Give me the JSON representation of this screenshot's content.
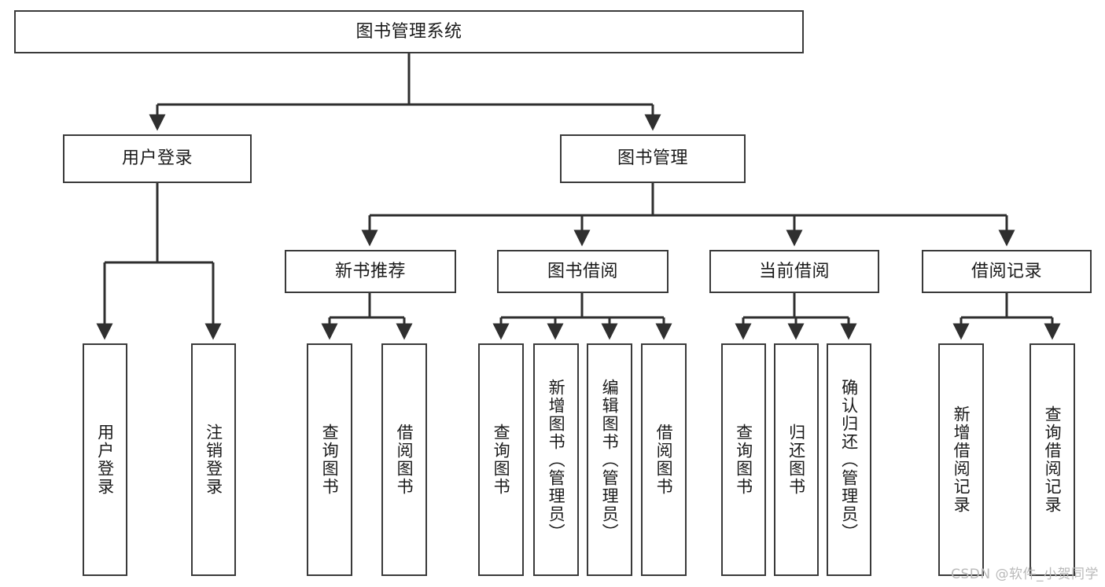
{
  "diagram": {
    "type": "tree-hierarchy",
    "title": "图书管理系统",
    "watermark": "CSDN @软件_小贺同学",
    "colors": {
      "box_border": "#3a3a3a",
      "box_fill": "#ffffff",
      "connector": "#2f2f2f",
      "text": "#1a1a1a",
      "watermark": "#b9b9b9"
    },
    "nodes": {
      "root": {
        "label": "图书管理系统",
        "level": 0,
        "orientation": "horizontal"
      },
      "user_login": {
        "label": "用户登录",
        "level": 1,
        "orientation": "horizontal"
      },
      "book_manage": {
        "label": "图书管理",
        "level": 1,
        "orientation": "horizontal"
      },
      "new_book_rec": {
        "label": "新书推荐",
        "level": 2,
        "orientation": "horizontal"
      },
      "book_borrow": {
        "label": "图书借阅",
        "level": 2,
        "orientation": "horizontal"
      },
      "current_borrow": {
        "label": "当前借阅",
        "level": 2,
        "orientation": "horizontal"
      },
      "borrow_record": {
        "label": "借阅记录",
        "level": 2,
        "orientation": "horizontal"
      },
      "leaf_user_login": {
        "label": "用户登录",
        "level": 3,
        "orientation": "vertical"
      },
      "leaf_logout": {
        "label": "注销登录",
        "level": 3,
        "orientation": "vertical"
      },
      "leaf_query_book_1": {
        "label": "查询图书",
        "level": 3,
        "orientation": "vertical"
      },
      "leaf_borrow_book_1": {
        "label": "借阅图书",
        "level": 3,
        "orientation": "vertical"
      },
      "leaf_query_book_2": {
        "label": "查询图书",
        "level": 3,
        "orientation": "vertical"
      },
      "leaf_add_book": {
        "label": "新增图书（管理员）",
        "level": 3,
        "orientation": "vertical"
      },
      "leaf_edit_book": {
        "label": "编辑图书（管理员）",
        "level": 3,
        "orientation": "vertical"
      },
      "leaf_borrow_book_2": {
        "label": "借阅图书",
        "level": 3,
        "orientation": "vertical"
      },
      "leaf_query_book_3": {
        "label": "查询图书",
        "level": 3,
        "orientation": "vertical"
      },
      "leaf_return_book": {
        "label": "归还图书",
        "level": 3,
        "orientation": "vertical"
      },
      "leaf_confirm_return": {
        "label": "确认归还（管理员）",
        "level": 3,
        "orientation": "vertical"
      },
      "leaf_add_record": {
        "label": "新增借阅记录",
        "level": 3,
        "orientation": "vertical"
      },
      "leaf_query_record": {
        "label": "查询借阅记录",
        "level": 3,
        "orientation": "vertical"
      }
    },
    "edges": [
      {
        "from": "root",
        "to": "user_login"
      },
      {
        "from": "root",
        "to": "book_manage"
      },
      {
        "from": "user_login",
        "to": "leaf_user_login"
      },
      {
        "from": "user_login",
        "to": "leaf_logout"
      },
      {
        "from": "book_manage",
        "to": "new_book_rec"
      },
      {
        "from": "book_manage",
        "to": "book_borrow"
      },
      {
        "from": "book_manage",
        "to": "current_borrow"
      },
      {
        "from": "book_manage",
        "to": "borrow_record"
      },
      {
        "from": "new_book_rec",
        "to": "leaf_query_book_1"
      },
      {
        "from": "new_book_rec",
        "to": "leaf_borrow_book_1"
      },
      {
        "from": "book_borrow",
        "to": "leaf_query_book_2"
      },
      {
        "from": "book_borrow",
        "to": "leaf_add_book"
      },
      {
        "from": "book_borrow",
        "to": "leaf_edit_book"
      },
      {
        "from": "book_borrow",
        "to": "leaf_borrow_book_2"
      },
      {
        "from": "current_borrow",
        "to": "leaf_query_book_3"
      },
      {
        "from": "current_borrow",
        "to": "leaf_return_book"
      },
      {
        "from": "current_borrow",
        "to": "leaf_confirm_return"
      },
      {
        "from": "borrow_record",
        "to": "leaf_add_record"
      },
      {
        "from": "borrow_record",
        "to": "leaf_query_record"
      }
    ]
  }
}
